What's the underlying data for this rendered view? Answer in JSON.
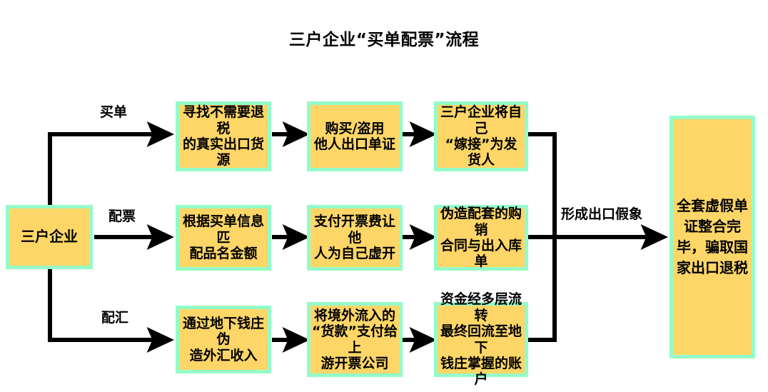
{
  "diagram": {
    "title": "三户企业“买单配票”流程",
    "colors": {
      "node_fill": "#FDD667",
      "node_border": "#94FBC8",
      "line": "#000000",
      "text": "#000000",
      "background": "#FFFFFF"
    },
    "source_node": {
      "label": "三户企业"
    },
    "branch_labels": [
      {
        "label": "买单"
      },
      {
        "label": "配票"
      },
      {
        "label": "配汇"
      }
    ],
    "rows": [
      {
        "branch": "买单",
        "steps": [
          {
            "label": "寻找不需要退税\n的真实出口货源"
          },
          {
            "label": "购买/盗用\n他人出口单证"
          },
          {
            "label": "三户企业将自己\n“嫁接”为发货人"
          }
        ]
      },
      {
        "branch": "配票",
        "steps": [
          {
            "label": "根据买单信息匹\n配品名金额"
          },
          {
            "label": "支付开票费让他\n人为自己虚开"
          },
          {
            "label": "伪造配套的购销\n合同与出入库单"
          }
        ]
      },
      {
        "branch": "配汇",
        "steps": [
          {
            "label": "通过地下钱庄伪\n造外汇收入"
          },
          {
            "label": "将境外流入的\n“货款”支付给上\n游开票公司"
          },
          {
            "label": "资金经多层流转\n最终回流至地下\n钱庄掌握的账户"
          }
        ]
      }
    ],
    "merge_label": "形成出口假象",
    "final_node": {
      "label": "全套虚假单\n证整合完\n毕，骗取国\n家出口退税"
    }
  }
}
